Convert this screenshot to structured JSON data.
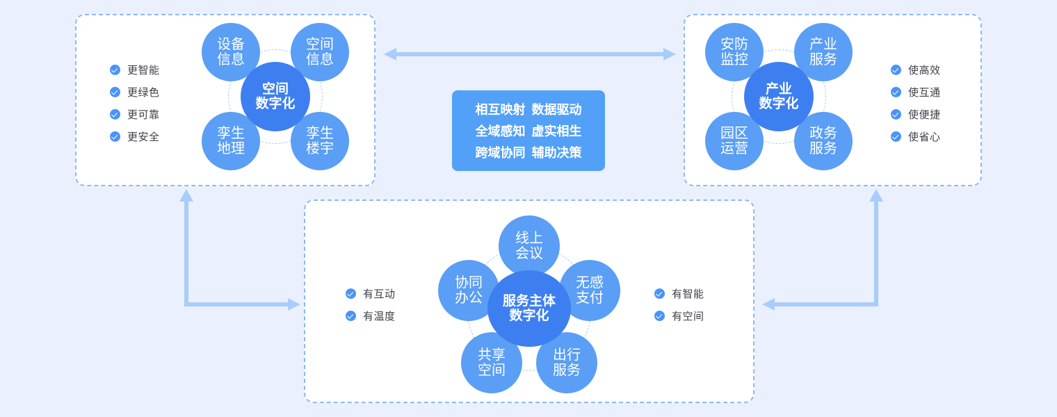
{
  "theme": {
    "background": "#eaf0fd",
    "panel_fill": "#ffffff",
    "panel_border": "#8cb8fb",
    "satellite_blue": "#5a9ef5",
    "core_blue": "#3d7ff0",
    "keyword_box_blue": "#52a0f7",
    "arrow_blue": "#a8cdfb",
    "check_blue": "#4a94f8",
    "text_dark": "#3b3f46"
  },
  "panels": {
    "space": {
      "core": {
        "line1": "空间",
        "line2": "数字化"
      },
      "satellites": [
        {
          "position": "top-left",
          "line1": "设备",
          "line2": "信息"
        },
        {
          "position": "top-right",
          "line1": "空间",
          "line2": "信息"
        },
        {
          "position": "bottom-left",
          "line1": "孪生",
          "line2": "地理"
        },
        {
          "position": "bottom-right",
          "line1": "孪生",
          "line2": "楼宇"
        }
      ],
      "features": [
        "更智能",
        "更绿色",
        "更可靠",
        "更安全"
      ]
    },
    "industry": {
      "core": {
        "line1": "产业",
        "line2": "数字化"
      },
      "satellites": [
        {
          "position": "top-left",
          "line1": "安防",
          "line2": "监控"
        },
        {
          "position": "top-right",
          "line1": "产业",
          "line2": "服务"
        },
        {
          "position": "bottom-left",
          "line1": "园区",
          "line2": "运营"
        },
        {
          "position": "bottom-right",
          "line1": "政务",
          "line2": "服务"
        }
      ],
      "features": [
        "使高效",
        "使互通",
        "使便捷",
        "使省心"
      ]
    },
    "service": {
      "core": {
        "line1": "服务主体",
        "line2": "数字化"
      },
      "satellites": [
        {
          "position": "top",
          "line1": "线上",
          "line2": "会议"
        },
        {
          "position": "right",
          "line1": "无感",
          "line2": "支付"
        },
        {
          "position": "bottom-right",
          "line1": "出行",
          "line2": "服务"
        },
        {
          "position": "bottom-left",
          "line1": "共享",
          "line2": "空间"
        },
        {
          "position": "left",
          "line1": "协同",
          "line2": "办公"
        }
      ],
      "features_left": [
        "有互动",
        "有温度"
      ],
      "features_right": [
        "有智能",
        "有空间"
      ]
    }
  },
  "keyword_box": {
    "rows": [
      {
        "left": "相互映射",
        "right": "数据驱动"
      },
      {
        "left": "全域感知",
        "right": "虚实相生"
      },
      {
        "left": "跨域协同",
        "right": "辅助决策"
      }
    ]
  },
  "connectors": [
    {
      "name": "space-to-industry",
      "style": "double-headed-horizontal"
    },
    {
      "name": "service-to-space",
      "style": "elbow-up-left"
    },
    {
      "name": "service-to-industry",
      "style": "elbow-up-right"
    }
  ]
}
